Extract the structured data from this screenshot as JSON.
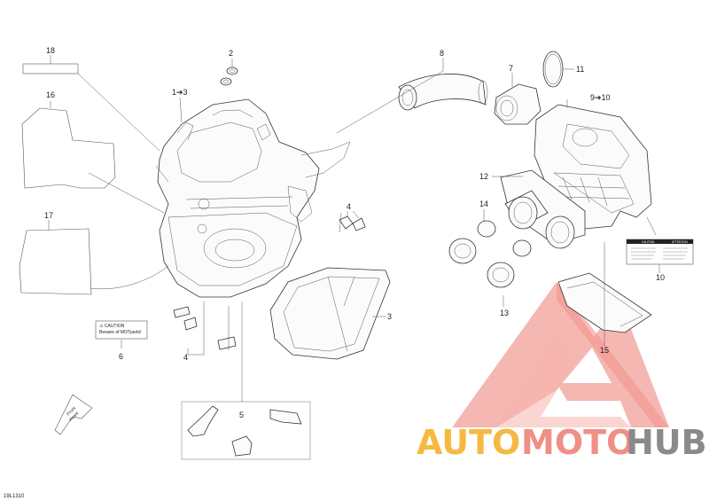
{
  "callouts": {
    "c18": "18",
    "c2": "2",
    "c1_3": "1➔3",
    "c16": "16",
    "c17": "17",
    "c8": "8",
    "c7": "7",
    "c11": "11",
    "c9_10": "9➔10",
    "c12": "12",
    "c14": "14",
    "c4a": "4",
    "c4b": "4",
    "c3": "3",
    "c6": "6",
    "c13": "13",
    "c10": "10",
    "c15": "15",
    "c5": "5"
  },
  "caution_label": {
    "title": "⚠ CAUTION",
    "line1": "Beware of MOTparts!"
  },
  "warning_label": {
    "left_title": "CAUTION",
    "right_title": "ATTENTION"
  },
  "front_arrow": {
    "line1": "Front",
    "line2": "Avant"
  },
  "drawing_code": "19L1310",
  "watermark": {
    "part1": "AUTO",
    "part2": "MOTO",
    "part3": "HUB",
    "color1": "#f5b942",
    "color2": "#f08f86",
    "color3": "#8a8a8a"
  }
}
